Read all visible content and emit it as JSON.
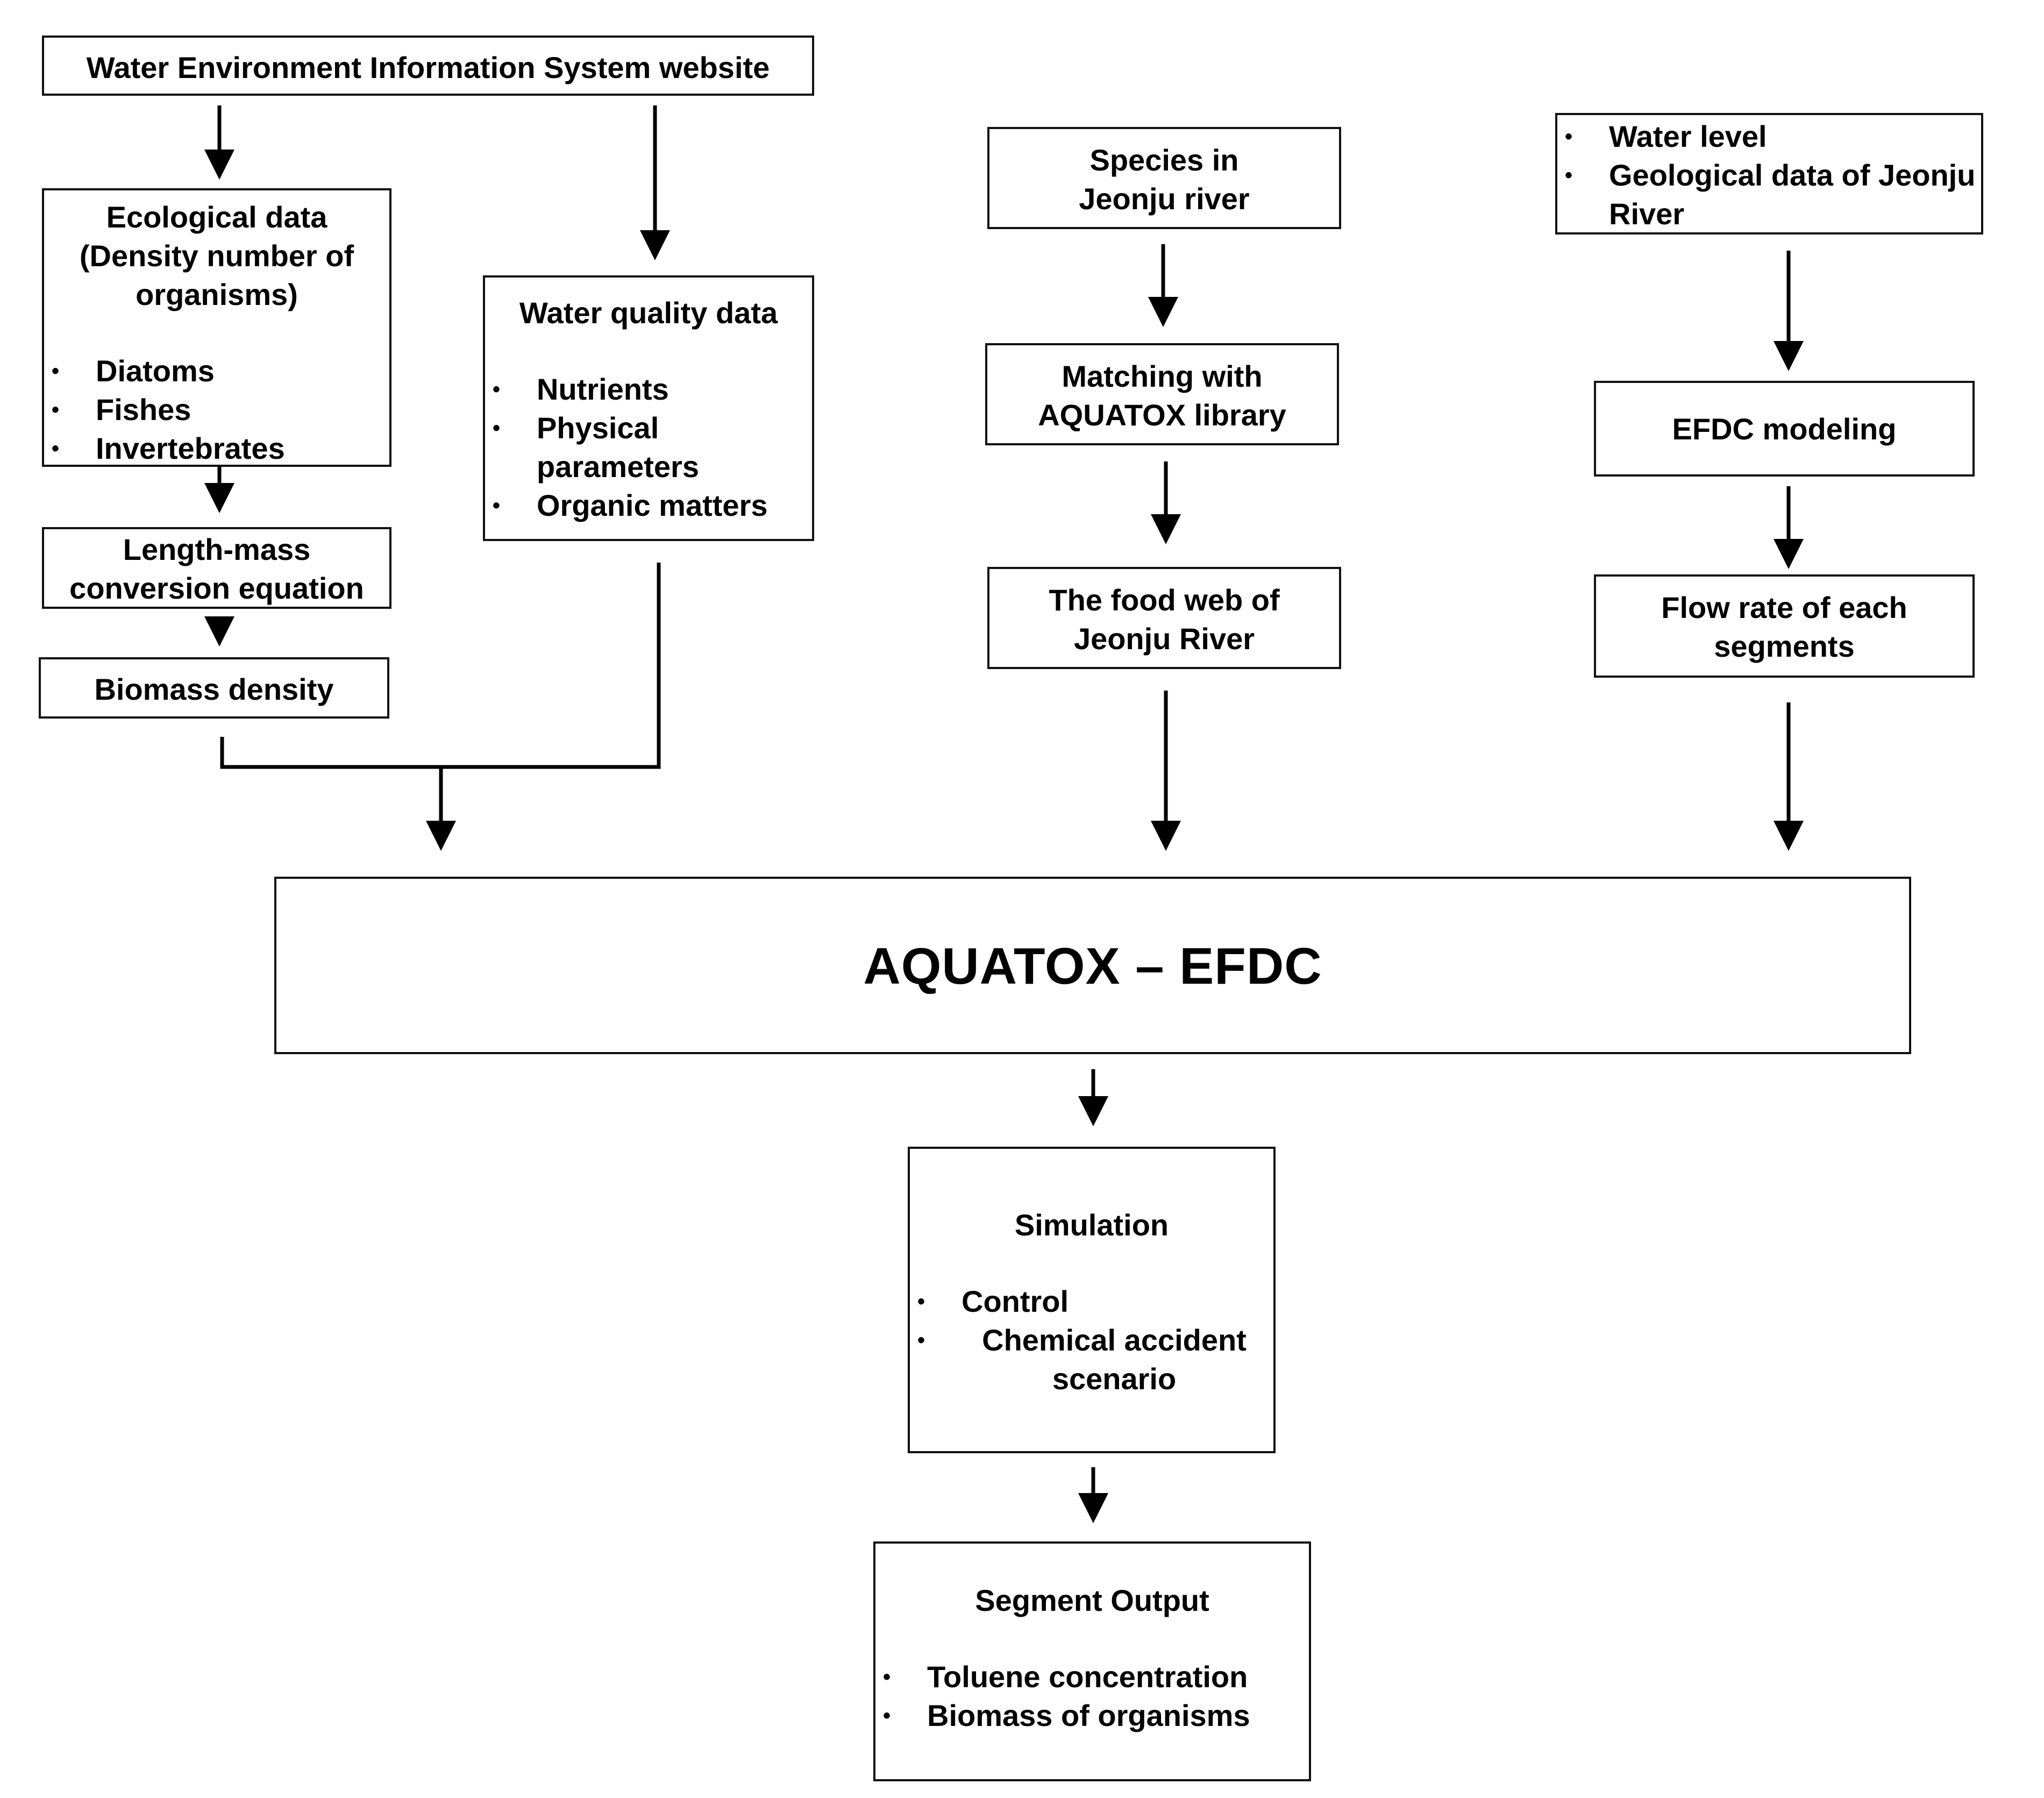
{
  "boxes": {
    "weis": {
      "text": "Water Environment Information System website"
    },
    "ecological": {
      "title_lines": [
        "Ecological data",
        "(Density number of",
        "organisms)"
      ],
      "items": [
        "Diatoms",
        "Fishes",
        "Invertebrates"
      ]
    },
    "water_quality": {
      "title": "Water quality data",
      "items": [
        "Nutrients",
        "Physical parameters",
        "Organic matters"
      ]
    },
    "length_mass": {
      "lines": [
        "Length-mass",
        "conversion equation"
      ]
    },
    "biomass_density": {
      "text": "Biomass density"
    },
    "species": {
      "lines": [
        "Species in",
        "Jeonju river"
      ]
    },
    "matching": {
      "lines": [
        "Matching with",
        "AQUATOX library"
      ]
    },
    "food_web": {
      "lines": [
        "The food web of",
        "Jeonju River"
      ]
    },
    "hydro_inputs": {
      "items": [
        "Water level",
        "Geological data of Jeonju River"
      ]
    },
    "efdc_modeling": {
      "text": "EFDC modeling"
    },
    "flow_rate": {
      "lines": [
        "Flow rate of each",
        "segments"
      ]
    },
    "aquatox_efdc": {
      "text": "AQUATOX – EFDC"
    },
    "simulation": {
      "title": "Simulation",
      "items": [
        "Control",
        "Chemical accident scenario"
      ]
    },
    "segment_output": {
      "title": "Segment Output",
      "items": [
        "Toluene concentration",
        "Biomass of organisms"
      ]
    }
  },
  "bullet_glyph": "•"
}
